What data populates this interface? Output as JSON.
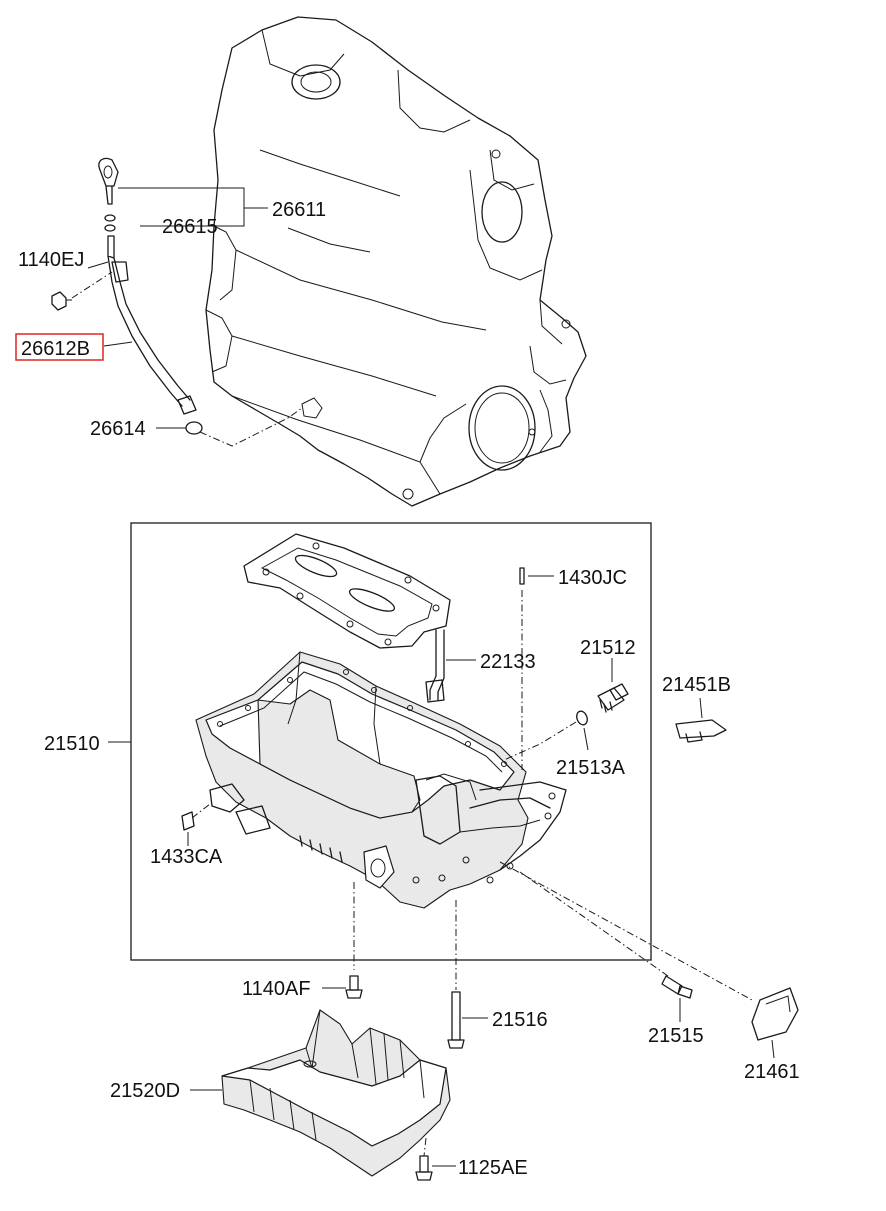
{
  "diagram": {
    "highlight_color": "#e0342f",
    "labels": {
      "p26611": "26611",
      "p26615": "26615",
      "p1140EJ": "1140EJ",
      "p26612B": "26612B",
      "p26614": "26614",
      "p1430JC": "1430JC",
      "p22133": "22133",
      "p21512": "21512",
      "p21451B": "21451B",
      "p21510": "21510",
      "p21513A": "21513A",
      "p1433CA": "1433CA",
      "p1140AF": "1140AF",
      "p21516": "21516",
      "p21515": "21515",
      "p21461": "21461",
      "p21520D": "21520D",
      "p1125AE": "1125AE"
    }
  }
}
